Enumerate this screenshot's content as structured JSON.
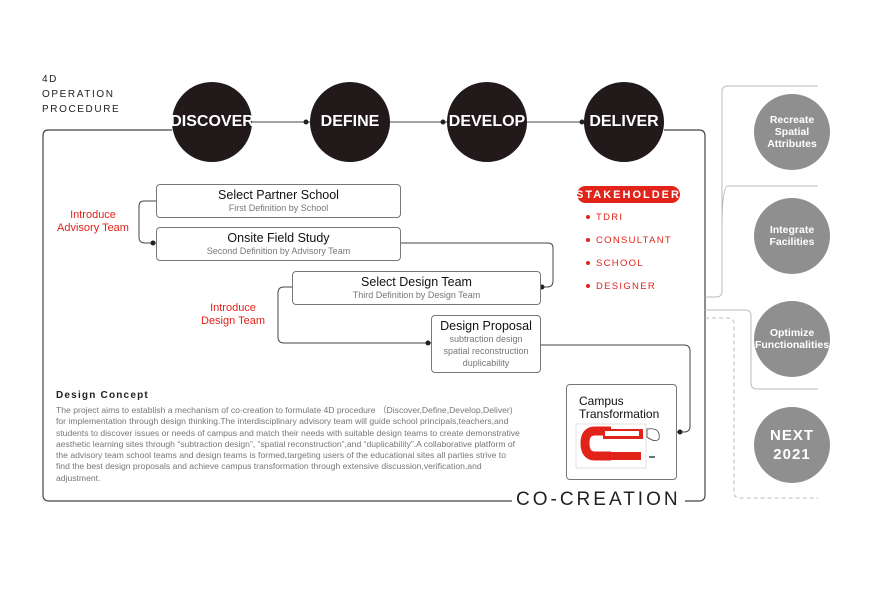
{
  "header": {
    "line1": "4D",
    "line2": "OPERATION",
    "line3": "PROCEDURE"
  },
  "phases": [
    "DISCOVER",
    "DEFINE",
    "DEVELOP",
    "DELIVER"
  ],
  "steps": [
    {
      "title": "Select Partner School",
      "sub": "First Definition by School"
    },
    {
      "title": "Onsite Field Study",
      "sub": "Second Definition by Advisory Team"
    },
    {
      "title": "Select Design Team",
      "sub": "Third Definition by Design Team"
    },
    {
      "title": "Design Proposal",
      "sub1": "subtraction design",
      "sub2": "spatial reconstruction",
      "sub3": "duplicability"
    }
  ],
  "introduce": {
    "advisory_l1": "Introduce",
    "advisory_l2": "Advisory Team",
    "design_l1": "Introduce",
    "design_l2": "Design Team"
  },
  "stakeholder": {
    "label": "STAKEHOLDER",
    "items": [
      "TDRI",
      "CONSULTANT",
      "SCHOOL",
      "DESIGNER"
    ]
  },
  "concept": {
    "title": "Design Concept",
    "body": "The project aims to establish a mechanism of co-creation to formulate 4D procedure （Discover,Define,Develop,Deliver) for implementation through design thinking.The interdisciplinary advisory team will guide school principals,teachers,and students to discover issues or needs of campus  and match their needs with suitable design teams to create demonstrative aesthetic learning sites through “subtraction design”, “spatial reconstruction”,and “duplicability”.A collaborative platform of the advisory team school teams and design teams is formed,targeting users of the educational sites all parties strive to find the best design proposals and achieve campus transformation through extensive discussion,verification,and adjustment."
  },
  "campus": {
    "l1": "Campus",
    "l2": "Transformation"
  },
  "cocreation": "CO-CREATION",
  "outcomes": [
    {
      "l1": "Recreate",
      "l2": "Spatial",
      "l3": "Attributes"
    },
    {
      "l1": "Integrate",
      "l2": "Facilities"
    },
    {
      "l1": "Optimize",
      "l2": "Functionalities"
    },
    {
      "l1": "NEXT",
      "l2": "2021"
    }
  ],
  "colors": {
    "accent": "#e2231a",
    "phase": "#221a1a",
    "outcome": "#8f8f8f"
  }
}
